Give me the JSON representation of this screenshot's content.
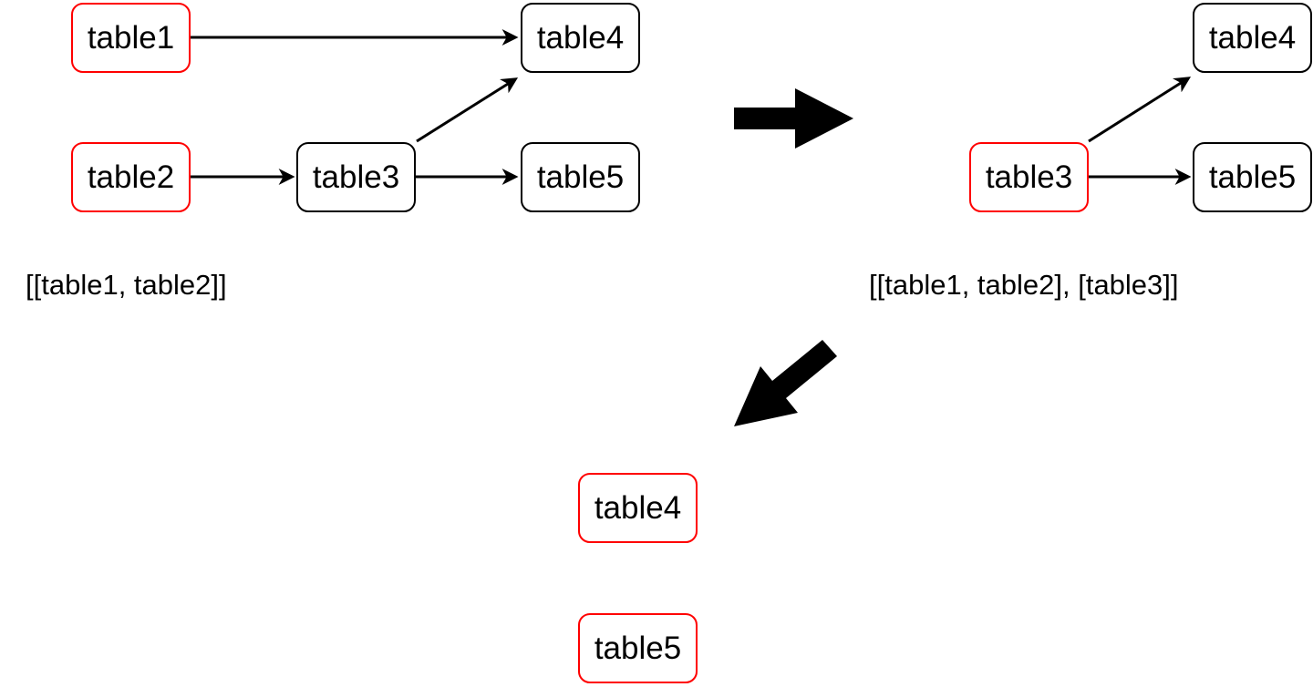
{
  "colors": {
    "highlight_border": "#ff0000",
    "default_border": "#000000",
    "arrow": "#000000",
    "background": "#ffffff",
    "text": "#000000"
  },
  "stages": [
    {
      "caption": "[[table1, table2]]",
      "nodes": [
        {
          "id": "table1",
          "label": "table1",
          "highlighted": true
        },
        {
          "id": "table2",
          "label": "table2",
          "highlighted": true
        },
        {
          "id": "table3",
          "label": "table3",
          "highlighted": false
        },
        {
          "id": "table4",
          "label": "table4",
          "highlighted": false
        },
        {
          "id": "table5",
          "label": "table5",
          "highlighted": false
        }
      ],
      "edges": [
        {
          "from": "table1",
          "to": "table4"
        },
        {
          "from": "table2",
          "to": "table3"
        },
        {
          "from": "table3",
          "to": "table4"
        },
        {
          "from": "table3",
          "to": "table5"
        }
      ]
    },
    {
      "caption": "[[table1, table2], [table3]]",
      "nodes": [
        {
          "id": "table3",
          "label": "table3",
          "highlighted": true
        },
        {
          "id": "table4",
          "label": "table4",
          "highlighted": false
        },
        {
          "id": "table5",
          "label": "table5",
          "highlighted": false
        }
      ],
      "edges": [
        {
          "from": "table3",
          "to": "table4"
        },
        {
          "from": "table3",
          "to": "table5"
        }
      ]
    },
    {
      "nodes": [
        {
          "id": "table4",
          "label": "table4",
          "highlighted": true
        },
        {
          "id": "table5",
          "label": "table5",
          "highlighted": true
        }
      ],
      "edges": []
    }
  ],
  "transition_arrows": [
    {
      "from_stage": 1,
      "to_stage": 2,
      "direction": "right"
    },
    {
      "from_stage": 2,
      "to_stage": 3,
      "direction": "down-left"
    }
  ]
}
